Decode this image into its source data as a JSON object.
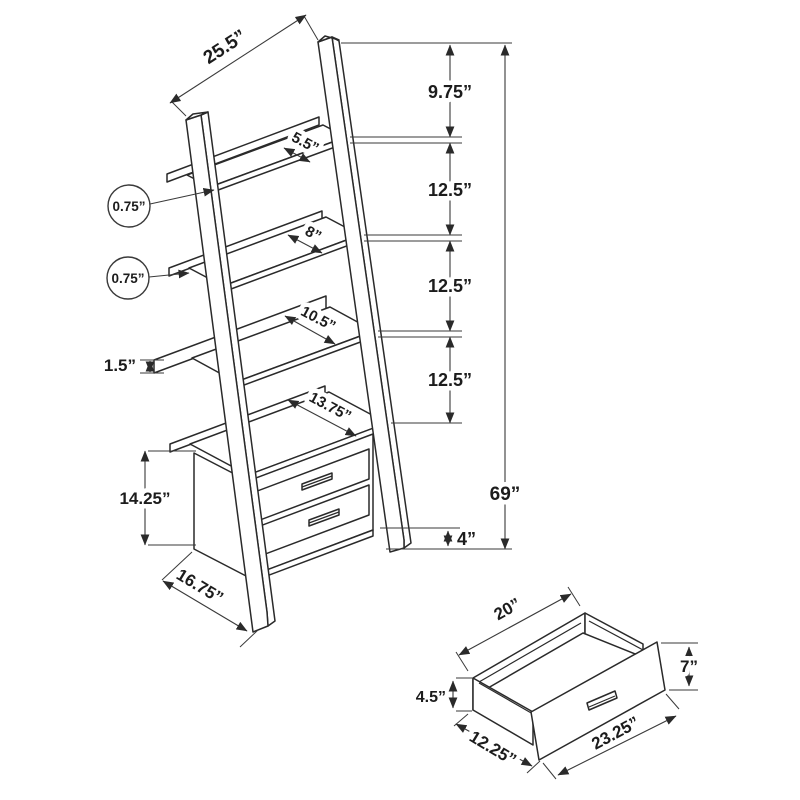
{
  "drawing": {
    "type": "furniture-dimension-diagram",
    "subject": "ladder bookcase with two drawers and drawer detail view"
  },
  "main_view": {
    "dims": {
      "top_width": "25.5”",
      "seg_top": "9.75”",
      "seg_2": "12.5”",
      "seg_3": "12.5”",
      "seg_4": "12.5”",
      "total_height": "69”",
      "shelf1_depth": "5.5”",
      "shelf2_depth": "8”",
      "shelf3_depth": "10.5”",
      "shelf4_depth": "13.75”",
      "board_thickness": "0.75”",
      "ledge_thickness": "0.75”",
      "lip_height": "1.5”",
      "cabinet_height": "14.25”",
      "base_depth": "16.75”",
      "floor_clearance": "4”"
    }
  },
  "drawer_view": {
    "dims": {
      "top_width": "20”",
      "front_height": "7”",
      "side_height": "4.5”",
      "depth": "12.25”",
      "front_width": "23.25”"
    }
  }
}
